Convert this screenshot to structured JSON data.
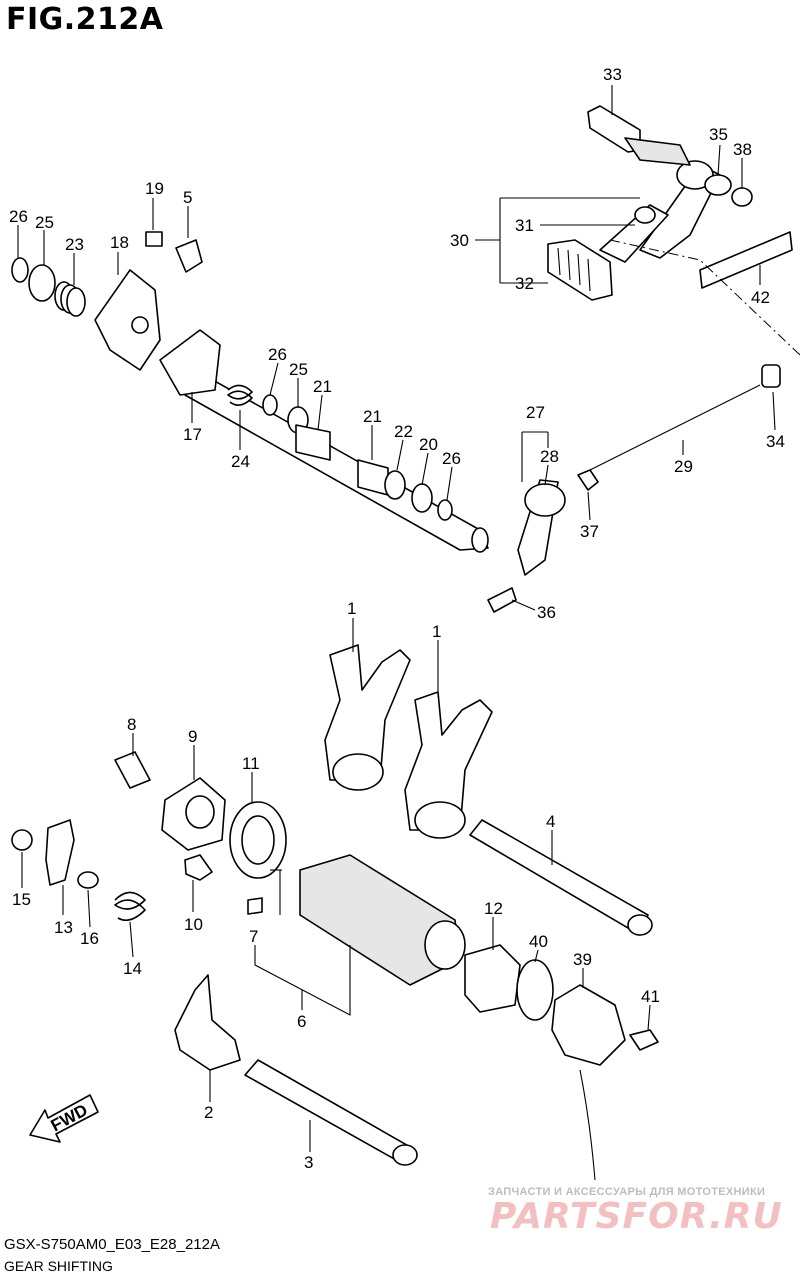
{
  "figure": {
    "title": "FIG.212A",
    "model_code": "GSX-S750AM0_E03_E28_212A",
    "caption": "GEAR SHIFTING"
  },
  "direction_arrow": {
    "label": "FWD"
  },
  "watermark": {
    "subtitle": "ЗАПЧАСТИ И АКСЕССУАРЫ ДЛЯ МОТОТЕХНИКИ",
    "logo": "PARTSFOR.RU"
  },
  "callouts": {
    "c33": "33",
    "c35": "35",
    "c38": "38",
    "c30": "30",
    "c31": "31",
    "c32": "32",
    "c42": "42",
    "c19": "19",
    "c5": "5",
    "c26a": "26",
    "c25a": "25",
    "c23": "23",
    "c18": "18",
    "c26b": "26",
    "c25b": "25",
    "c21a": "21",
    "c21b": "21",
    "c22": "22",
    "c20": "20",
    "c26c": "26",
    "c17": "17",
    "c24": "24",
    "c27": "27",
    "c28": "28",
    "c29": "29",
    "c34": "34",
    "c37": "37",
    "c36": "36",
    "c1a": "1",
    "c1b": "1",
    "c8": "8",
    "c9": "9",
    "c11": "11",
    "c4": "4",
    "c15": "15",
    "c13": "13",
    "c16": "16",
    "c14": "14",
    "c10": "10",
    "c7": "7",
    "c6": "6",
    "c12": "12",
    "c40": "40",
    "c39": "39",
    "c41": "41",
    "c2": "2",
    "c3": "3"
  }
}
